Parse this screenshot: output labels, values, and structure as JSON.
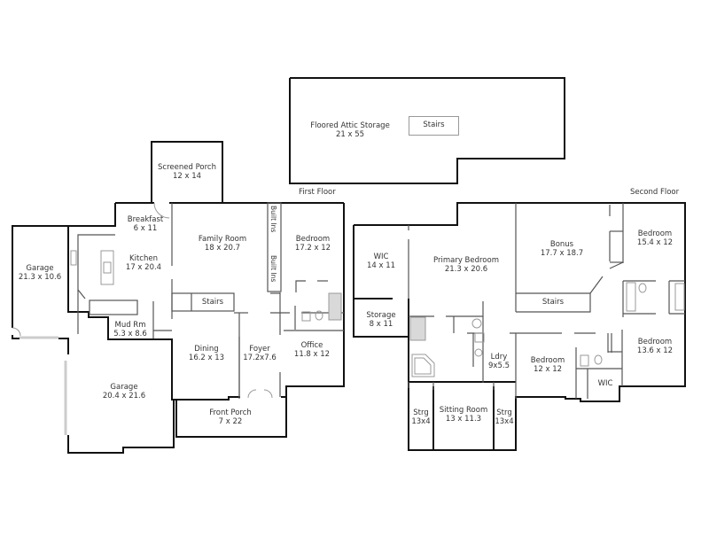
{
  "attic": {
    "name": "Floored Attic Storage",
    "dims": "21 x 55",
    "stairs_label": "Stairs"
  },
  "first_floor": {
    "title": "First Floor",
    "rooms": [
      {
        "name": "Screened Porch",
        "dims": "12 x 14"
      },
      {
        "name": "Breakfast",
        "dims": "6 x 11"
      },
      {
        "name": "Kitchen",
        "dims": "17 x 20.4"
      },
      {
        "name": "Garage",
        "dims": "21.3 x 10.6"
      },
      {
        "name": "Family Room",
        "dims": "18 x 20.7"
      },
      {
        "name": "Bedroom",
        "dims": "17.2 x 12"
      },
      {
        "name": "Mud Rm",
        "dims": "5.3 x 8.6"
      },
      {
        "name": "Dining",
        "dims": "16.2 x 13"
      },
      {
        "name": "Foyer",
        "dims": "17.2x7.6"
      },
      {
        "name": "Office",
        "dims": "11.8 x 12"
      },
      {
        "name": "Garage",
        "dims": "20.4 x 21.6"
      },
      {
        "name": "Front Porch",
        "dims": "7 x 22"
      }
    ],
    "stairs_label": "Stairs",
    "built_ins": [
      "Built Ins",
      "Built Ins"
    ]
  },
  "second_floor": {
    "title": "Second Floor",
    "rooms": [
      {
        "name": "WIC",
        "dims": "14 x 11"
      },
      {
        "name": "Primary Bedroom",
        "dims": "21.3 x 20.6"
      },
      {
        "name": "Bonus",
        "dims": "17.7 x 18.7"
      },
      {
        "name": "Bedroom",
        "dims": "15.4 x 12"
      },
      {
        "name": "Storage",
        "dims": "8 x 11"
      },
      {
        "name": "Ldry",
        "dims": "9x5.5"
      },
      {
        "name": "Bedroom",
        "dims": "12 x 12"
      },
      {
        "name": "Bedroom",
        "dims": "13.6 x 12"
      },
      {
        "name": "WIC",
        "dims": ""
      },
      {
        "name": "Strg",
        "dims": "13x4"
      },
      {
        "name": "Sitting Room",
        "dims": "13 x 11.3"
      },
      {
        "name": "Strg",
        "dims": "13x4"
      }
    ],
    "stairs_label": "Stairs"
  },
  "colors": {
    "exterior_wall": "#111111",
    "interior_wall": "#555555",
    "fixture": "#999999",
    "text": "#333333",
    "background": "#ffffff"
  }
}
